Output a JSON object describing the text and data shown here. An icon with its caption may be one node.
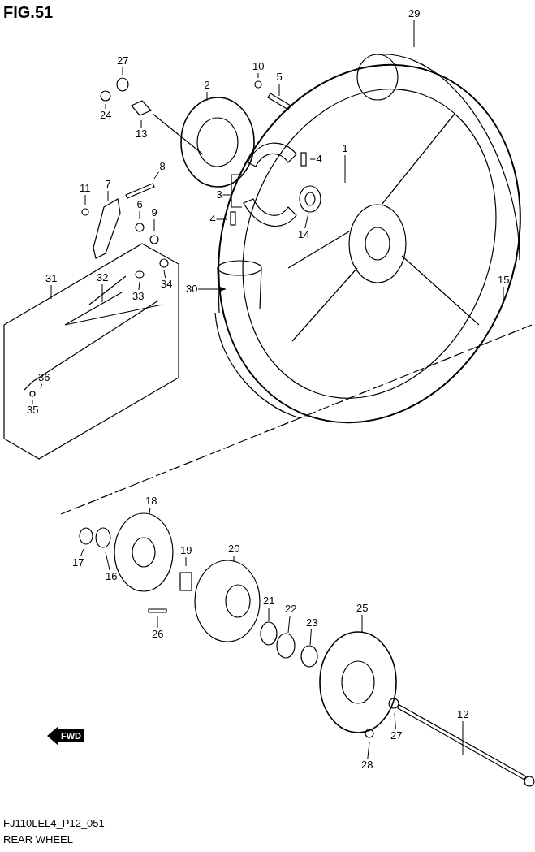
{
  "diagram": {
    "title": "FIG.51",
    "caption": "REAR WHEEL",
    "nodes": [
      {
        "text": [
          "29"
        ]
      },
      {
        "text": [
          "10"
        ]
      },
      {
        "text": [
          "5"
        ]
      },
      {
        "text": [
          "27"
        ]
      },
      {
        "text": [
          "2"
        ]
      },
      {
        "text": [
          "24"
        ]
      },
      {
        "text": [
          "13"
        ]
      },
      {
        "text": [
          "1"
        ]
      },
      {
        "text": [
          "4"
        ]
      },
      {
        "text": [
          "8"
        ]
      },
      {
        "text": [
          "7"
        ]
      },
      {
        "text": [
          "11"
        ]
      },
      {
        "text": [
          "6"
        ]
      },
      {
        "text": [
          "9"
        ]
      },
      {
        "text": [
          "3"
        ]
      },
      {
        "text": [
          "4"
        ]
      },
      {
        "text": [
          "14"
        ]
      },
      {
        "text": [
          "31"
        ]
      },
      {
        "text": [
          "32"
        ]
      },
      {
        "text": [
          "33"
        ]
      },
      {
        "text": [
          "34"
        ]
      },
      {
        "text": [
          "30"
        ]
      },
      {
        "text": [
          "15"
        ]
      },
      {
        "text": [
          "36"
        ]
      },
      {
        "text": [
          "35"
        ]
      },
      {
        "text": [
          "18"
        ]
      },
      {
        "text": [
          "20"
        ]
      },
      {
        "text": [
          "17"
        ]
      },
      {
        "text": [
          "16"
        ]
      },
      {
        "text": [
          "19"
        ]
      },
      {
        "text": [
          "21"
        ]
      },
      {
        "text": [
          "22"
        ]
      },
      {
        "text": [
          "23"
        ]
      },
      {
        "text": [
          "26"
        ]
      },
      {
        "text": [
          "25"
        ]
      },
      {
        "text": [
          "12"
        ]
      },
      {
        "text": [
          "27"
        ]
      },
      {
        "text": [
          "28"
        ]
      }
    ],
    "edges": [
      {
        "from": 0,
        "to": null,
        "arrow": "none"
      },
      {
        "from": 1,
        "to": null,
        "arrow": "none"
      },
      {
        "from": 2,
        "to": null,
        "arrow": "none"
      },
      {
        "from": 3,
        "to": null,
        "arrow": "none"
      },
      {
        "from": 4,
        "to": null,
        "arrow": "none"
      },
      {
        "from": 5,
        "to": null,
        "arrow": "none"
      },
      {
        "from": 6,
        "to": null,
        "arrow": "none"
      },
      {
        "from": 7,
        "to": null,
        "arrow": "none"
      },
      {
        "from": 8,
        "to": null,
        "arrow": "none"
      },
      {
        "from": 9,
        "to": null,
        "arrow": "none"
      },
      {
        "from": 10,
        "to": null,
        "arrow": "none"
      },
      {
        "from": 11,
        "to": null,
        "arrow": "none"
      },
      {
        "from": 12,
        "to": null,
        "arrow": "none"
      },
      {
        "from": 13,
        "to": null,
        "arrow": "none"
      },
      {
        "from": 14,
        "to": null,
        "arrow": "none"
      },
      {
        "from": 15,
        "to": null,
        "arrow": "none"
      },
      {
        "from": 16,
        "to": null,
        "arrow": "none"
      },
      {
        "from": 17,
        "to": null,
        "arrow": "none"
      },
      {
        "from": 18,
        "to": null,
        "arrow": "none"
      },
      {
        "from": 19,
        "to": null,
        "arrow": "none"
      },
      {
        "from": 20,
        "to": null,
        "arrow": "none"
      },
      {
        "from": 21,
        "to": null,
        "arrow": "to"
      },
      {
        "from": 22,
        "to": null,
        "arrow": "none"
      },
      {
        "from": 23,
        "to": null,
        "arrow": "none"
      },
      {
        "from": 24,
        "to": null,
        "arrow": "none"
      },
      {
        "from": 25,
        "to": null,
        "arrow": "none"
      },
      {
        "from": 26,
        "to": null,
        "arrow": "none"
      },
      {
        "from": 27,
        "to": null,
        "arrow": "none"
      },
      {
        "from": 28,
        "to": null,
        "arrow": "none"
      },
      {
        "from": 29,
        "to": null,
        "arrow": "none"
      },
      {
        "from": 30,
        "to": null,
        "arrow": "none"
      },
      {
        "from": 31,
        "to": null,
        "arrow": "none"
      },
      {
        "from": 32,
        "to": null,
        "arrow": "none"
      },
      {
        "from": 33,
        "to": null,
        "arrow": "none"
      },
      {
        "from": 34,
        "to": null,
        "arrow": "none"
      },
      {
        "from": 35,
        "to": null,
        "arrow": "none"
      },
      {
        "from": 36,
        "to": null,
        "arrow": "none"
      },
      {
        "from": 37,
        "to": null,
        "arrow": "none"
      }
    ],
    "labels": [
      "FWD",
      "FJ110LEL4_P12_051"
    ]
  }
}
